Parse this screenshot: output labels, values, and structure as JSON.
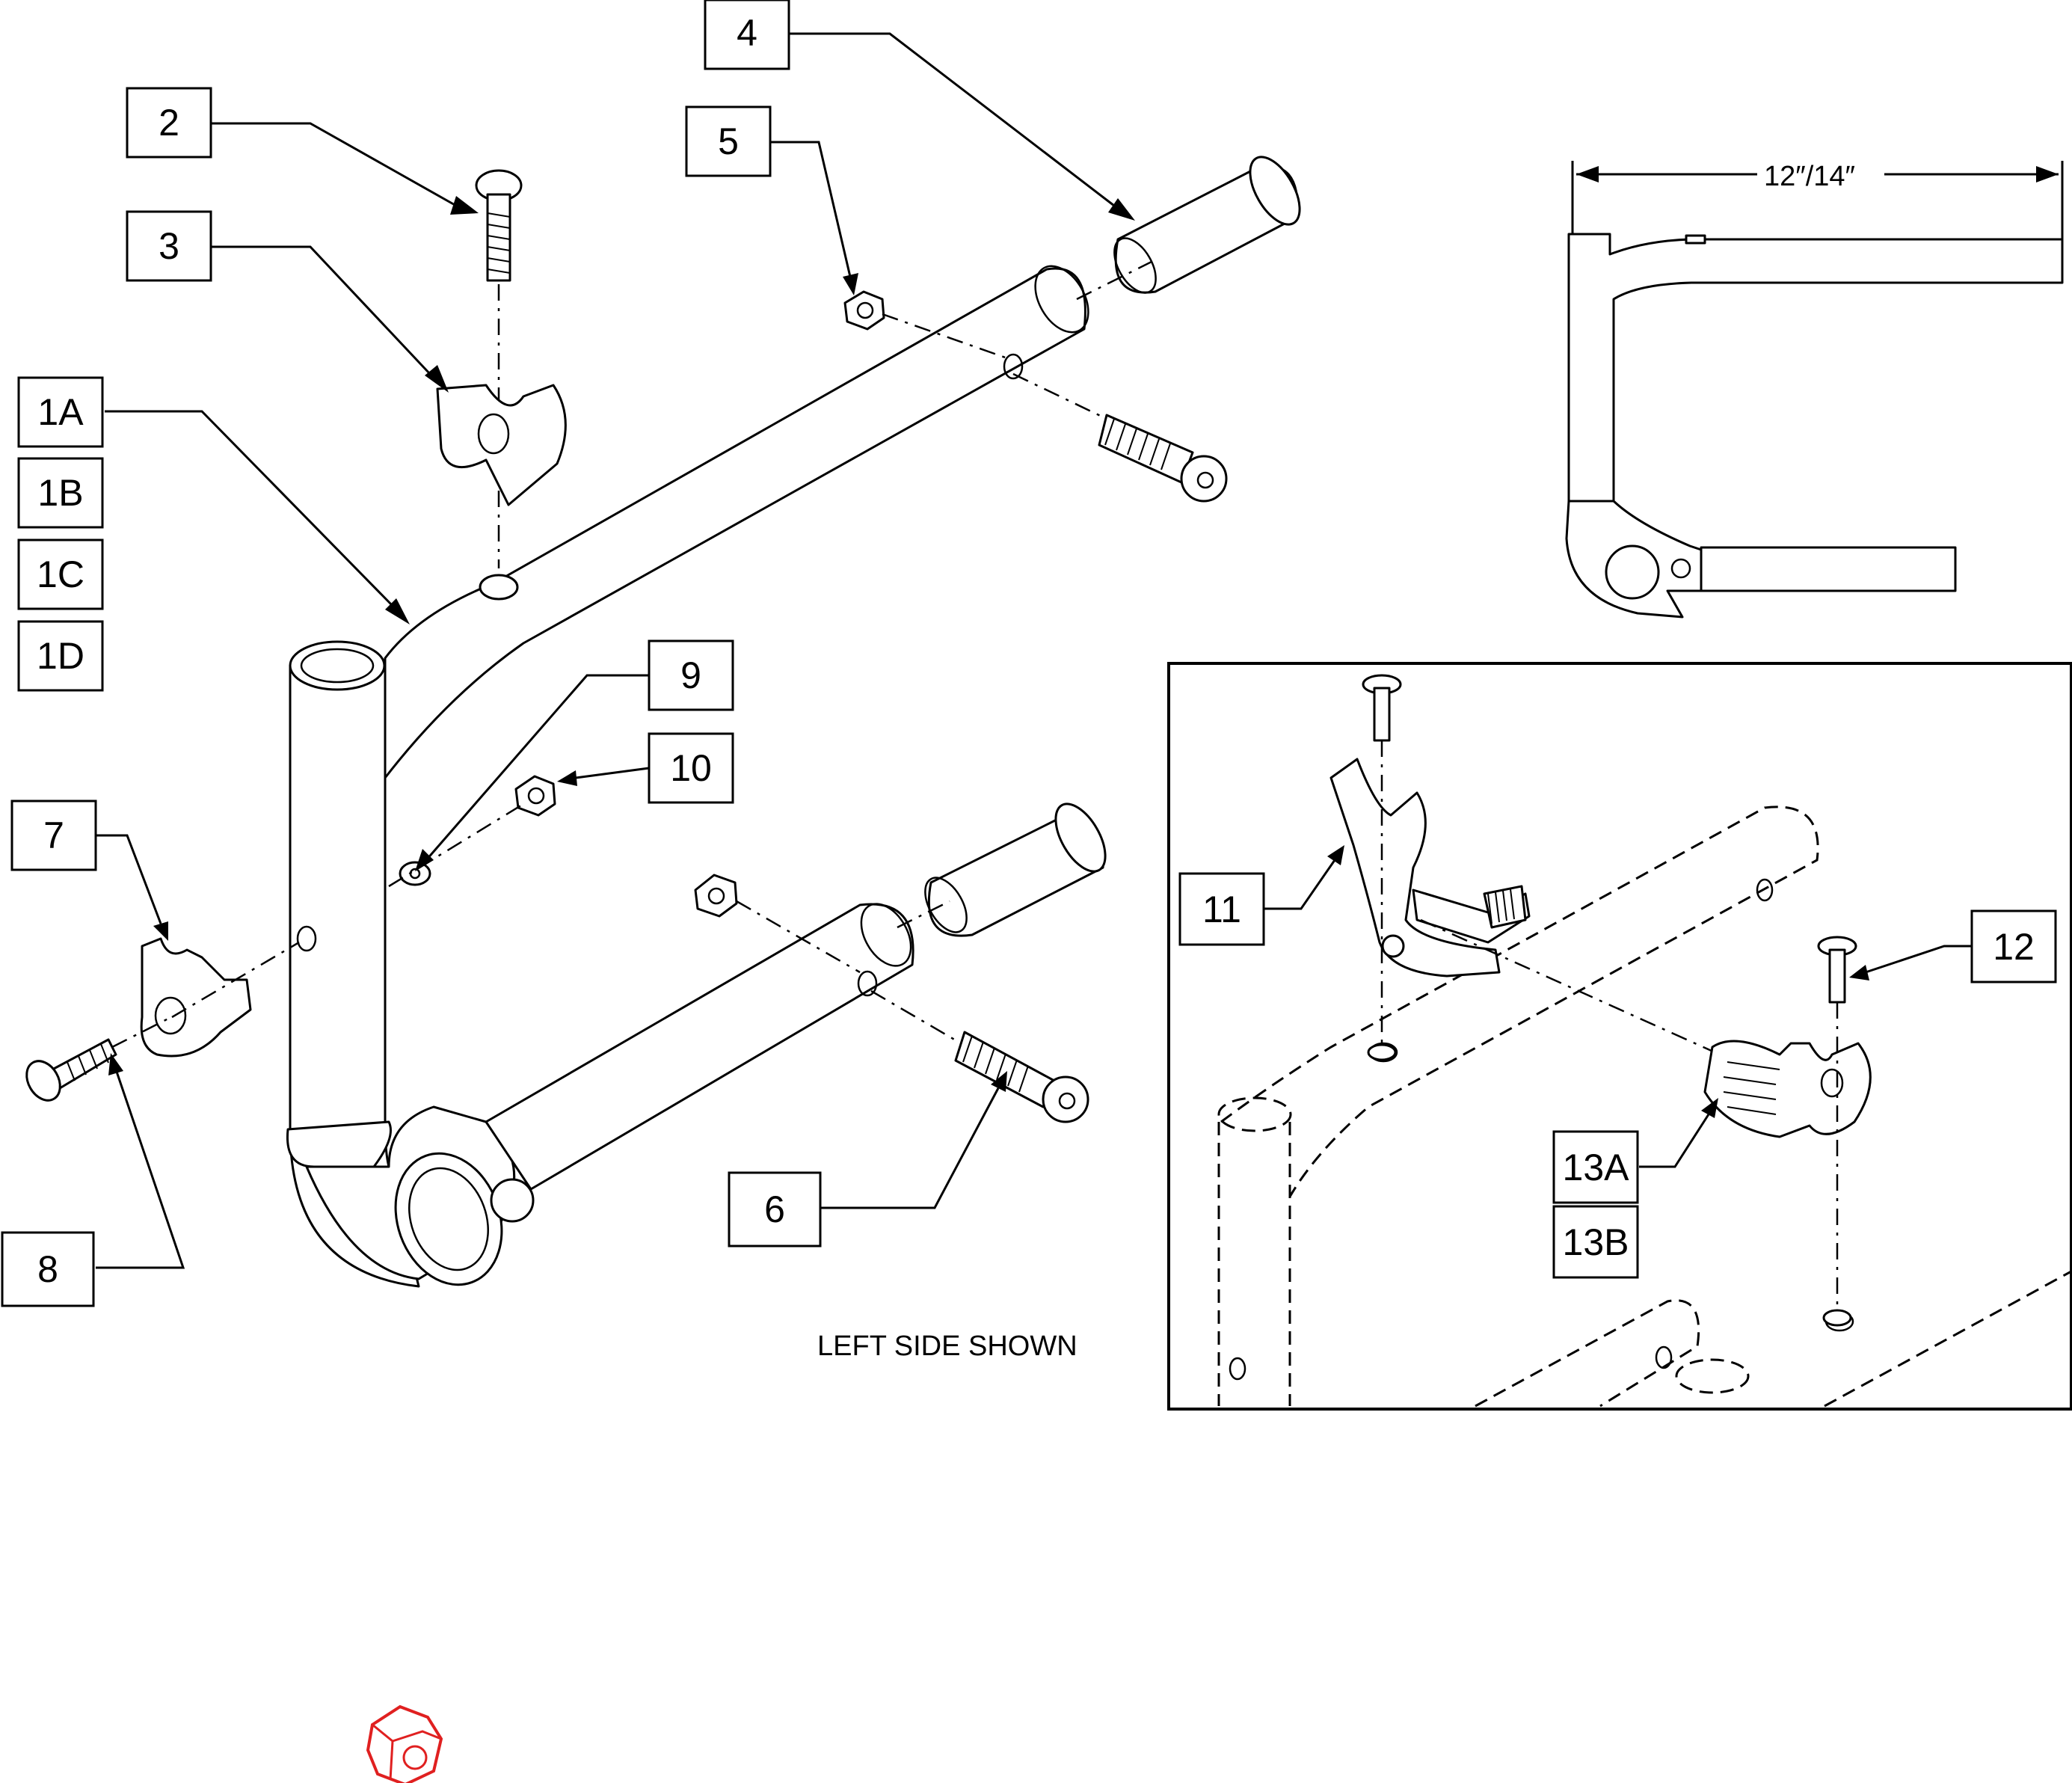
{
  "callouts": {
    "c1A": "1A",
    "c1B": "1B",
    "c1C": "1C",
    "c1D": "1D",
    "c2": "2",
    "c3": "3",
    "c4": "4",
    "c5": "5",
    "c6": "6",
    "c7": "7",
    "c8": "8",
    "c9": "9",
    "c10": "10",
    "c11": "11",
    "c12": "12",
    "c13A": "13A",
    "c13B": "13B"
  },
  "notes": {
    "side_shown": "LEFT SIDE SHOWN",
    "dimension": "12″/14″"
  },
  "colors": {
    "line": "#000000",
    "background": "#ffffff",
    "highlight": "#e02020"
  },
  "icons": {
    "highlighted_part": "hex-nut-icon"
  }
}
